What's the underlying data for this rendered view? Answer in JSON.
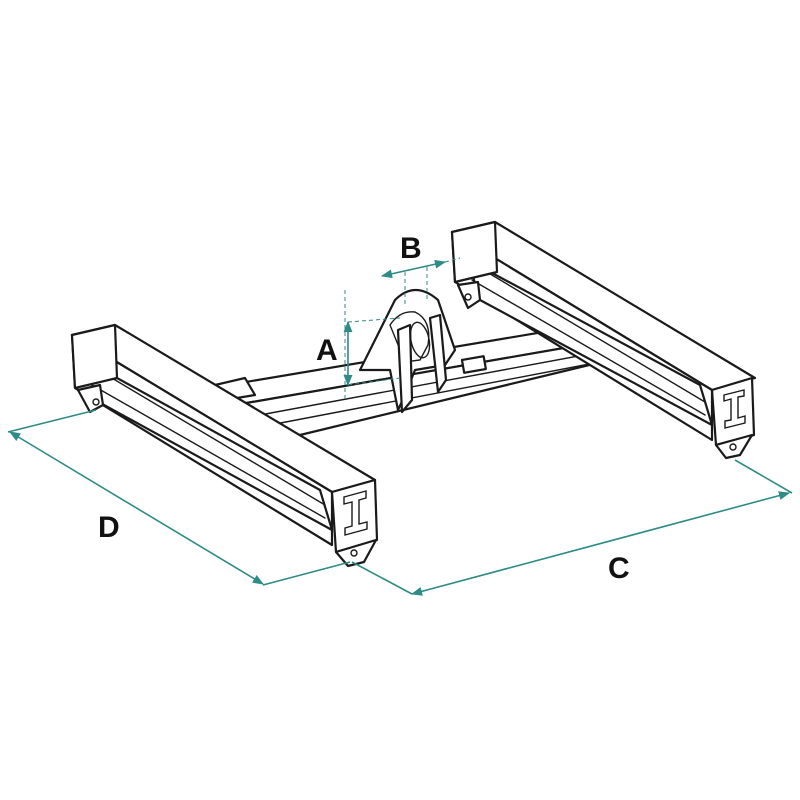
{
  "colors": {
    "dimension_line": "#2e8b85",
    "outline": "#1a1a1a",
    "background": "#ffffff"
  },
  "dimensions": {
    "A": "A",
    "B": "B",
    "C": "C",
    "D": "D"
  }
}
